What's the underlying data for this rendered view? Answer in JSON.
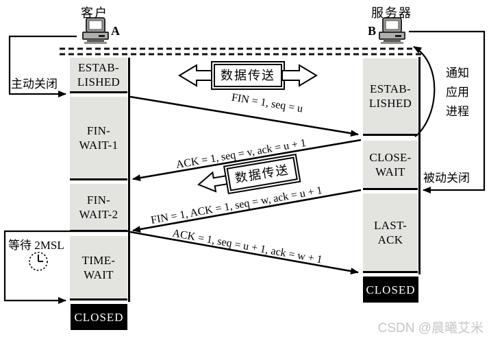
{
  "header": {
    "client_label": "客户",
    "client_host": "A",
    "server_label": "服务器",
    "server_host": "B"
  },
  "client_states": [
    {
      "id": "established",
      "name": "ESTAB-\nLISHED"
    },
    {
      "id": "fin-wait-1",
      "name": "FIN-\nWAIT-1"
    },
    {
      "id": "fin-wait-2",
      "name": "FIN-\nWAIT-2"
    },
    {
      "id": "time-wait",
      "name": "TIME-\nWAIT"
    },
    {
      "id": "closed",
      "name": "CLOSED"
    }
  ],
  "server_states": [
    {
      "id": "established",
      "name": "ESTAB-\nLISHED"
    },
    {
      "id": "close-wait",
      "name": "CLOSE-\nWAIT"
    },
    {
      "id": "last-ack",
      "name": "LAST-\nACK"
    },
    {
      "id": "closed",
      "name": "CLOSED"
    }
  ],
  "messages": [
    {
      "label": "FIN = 1, seq = u",
      "from": "client",
      "to": "server"
    },
    {
      "label": "ACK = 1, seq = v, ack = u + 1",
      "from": "server",
      "to": "client"
    },
    {
      "label": "FIN = 1, ACK = 1, seq = w, ack = u + 1",
      "from": "server",
      "to": "client"
    },
    {
      "label": "ACK = 1, seq = u + 1, ack = w + 1",
      "from": "client",
      "to": "server"
    }
  ],
  "labels": {
    "data_transfer": "数据传送",
    "active_close": "主动关闭",
    "passive_close": "被动关闭",
    "wait_2msl": "等待 2MSL",
    "notify_app": "通知\n应用\n进程"
  },
  "colors": {
    "state_box_fill": "#e3e3e0",
    "closed_box_fill": "#000000",
    "line_color": "#000000",
    "watermark_color": "#c6c6c6"
  },
  "watermark": "CSDN @晨曦艾米"
}
